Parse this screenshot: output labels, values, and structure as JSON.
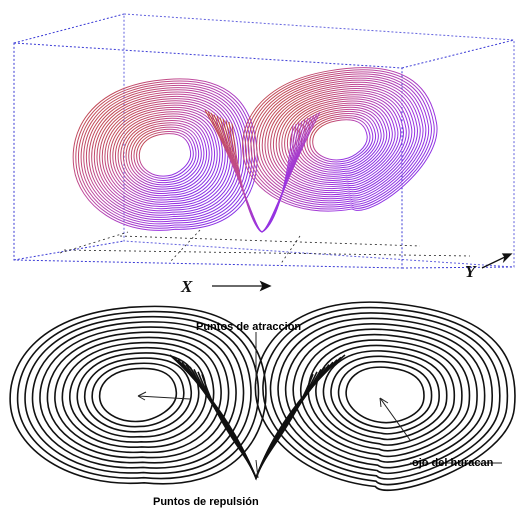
{
  "top_figure": {
    "axis_x_label": "X",
    "axis_y_label": "Y",
    "box_color": "#3b3bd6",
    "curve_color_start": "#b0402a",
    "curve_color_end": "#8a2be2"
  },
  "bottom_figure": {
    "annotation_attraction": "Puntos de atracción",
    "annotation_eye": "ojo del huracan",
    "annotation_repulsion": "Puntos de repulsión",
    "stroke_color": "#111111"
  }
}
